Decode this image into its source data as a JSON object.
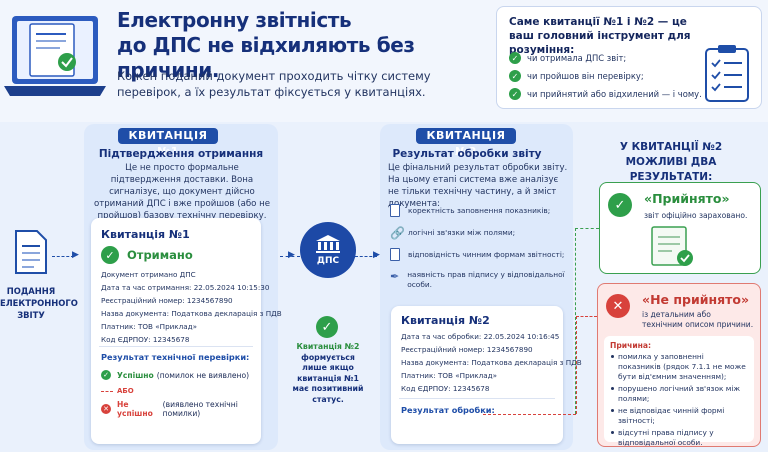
{
  "header": {
    "title_line1": "Електронну звітність",
    "title_line2": "до ДПС не відхиляють без причини.",
    "lead": "Кожен поданий документ проходить чітку систему перевірок, а їх результат фіксується у квитанціях."
  },
  "info": {
    "title": "Саме квитанції №1 і №2 — це ваш головний інструмент для розуміння:",
    "items": [
      "чи отримала ДПС звіт;",
      "чи пройшов він перевірку;",
      "чи прийнятий або відхилений — і чому."
    ]
  },
  "left": {
    "label": "ПОДАННЯ ЕЛЕКТРОННОГО ЗВІТУ"
  },
  "receipt1": {
    "pill": "КВИТАНЦІЯ №1",
    "subtitle": "Підтвердження отримання",
    "desc": "Це не просто формальне підтвердження доставки. Вона сигналізує, що документ дійсно отриманий ДПС і вже пройшов (або не пройшов) базову технічну перевірку.",
    "card_title": "Квитанція №1",
    "status": "Отримано",
    "rows": [
      "Документ отримано ДПС",
      "Дата та час отримання: 22.05.2024 10:15:30",
      "Реєстраційний номер: 1234567890",
      "Назва документа: Податкова декларація з ПДВ",
      "Платник: ТОВ «Приклад»",
      "Код ЄДРПОУ: 12345678"
    ],
    "check_title": "Результат технічної перевірки:",
    "ok_label": "Успішно",
    "ok_note": "(помилок не виявлено)",
    "or_label": "АБО",
    "fail_label": "Не успішно",
    "fail_note": "(виявлено технічні помилки)"
  },
  "center": {
    "label": "ДПС",
    "note_bold": "Квитанція №2",
    "note": "формується лише якщо квитанція №1 має позитивний статус."
  },
  "receipt2": {
    "pill": "КВИТАНЦІЯ №2",
    "subtitle": "Результат обробки звіту",
    "desc": "Це фінальний результат обробки звіту. На цьому етапі система вже аналізує не тільки технічну частину, а й зміст документа:",
    "features": [
      "коректність заповнення показників;",
      "логічні зв'язки між полями;",
      "відповідність чинним формам звітності;",
      "наявність прав підпису у відповідальної особи."
    ],
    "card_title": "Квитанція №2",
    "rows": [
      "Дата та час обробки: 22.05.2024 10:16:45",
      "Реєстраційний номер: 1234567890",
      "Назва документа: Податкова декларація з ПДВ",
      "Платник: ТОВ «Приклад»",
      "Код ЄДРПОУ: 12345678"
    ],
    "result_label": "Результат обробки:"
  },
  "outcomes": {
    "title": "У КВИТАНЦІЇ №2 МОЖЛИВІ ДВА РЕЗУЛЬТАТИ:",
    "accepted_title": "«Прийнято»",
    "accepted_desc": "звіт офіційно зараховано.",
    "rejected_title": "«Не прийнято»",
    "rejected_desc": "із детальним або технічним описом причини.",
    "reasons_title": "Причина:",
    "reasons": [
      "помилка у заповненні показників (рядок 7.1.1 не може бути від'ємним значенням);",
      "порушено логічний зв'язок між полями;",
      "не відповідає чинній формі звітності;",
      "відсутні права підпису у відповідальної особи."
    ]
  },
  "colors": {
    "navy": "#16307a",
    "accent": "#1f4ea8",
    "green": "#2e9f4a",
    "red": "#d8423c"
  }
}
